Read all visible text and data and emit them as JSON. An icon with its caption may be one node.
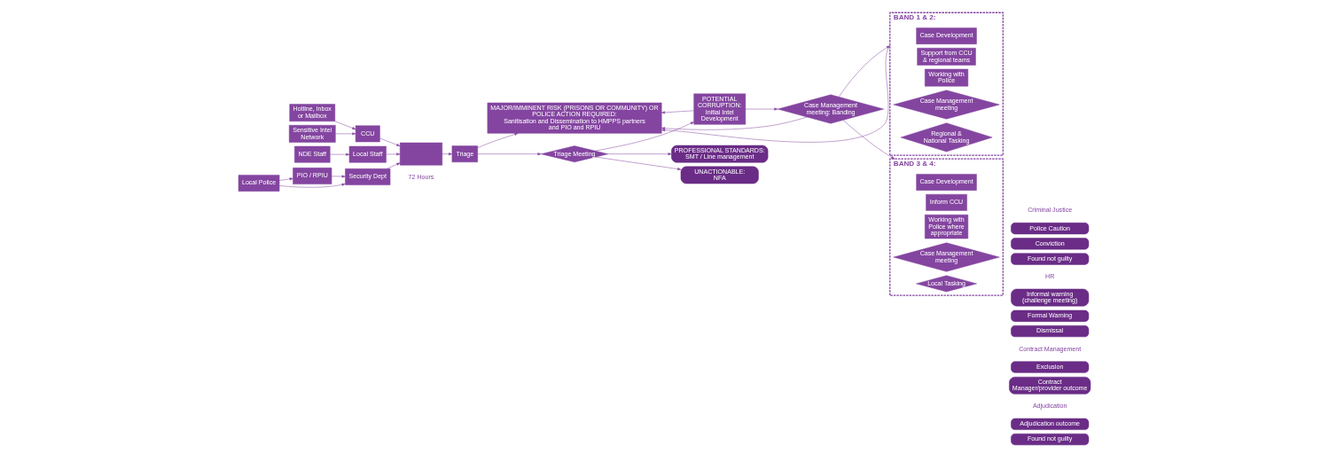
{
  "diagram": {
    "nodes": [
      {
        "text": [
          "Hotline, Inbox or Mailbox"
        ]
      },
      {
        "text": [
          "Sensitive Intel Network"
        ]
      },
      {
        "text": [
          "CCU"
        ]
      },
      {
        "text": [
          "Local Staff"
        ]
      },
      {
        "text": [
          "NDE Staff"
        ]
      },
      {
        "text": [],
        "shape": "box"
      },
      {
        "text": [
          "PIO / RPIU"
        ]
      },
      {
        "text": [
          "Local Police"
        ]
      },
      {
        "text": [
          "Security Dept"
        ]
      },
      {
        "text": [
          "Triage"
        ]
      },
      {
        "text": [
          "MAJOR/IMMINENT RISK (PRISONS OR COMMUNITY) OR POLICE ACTION REQUIRED:",
          "Sanitisation and Dissemination to HMPPS partners and PIO and RPIU"
        ]
      },
      {
        "text": [
          "Triage Meeting"
        ]
      },
      {
        "text": [
          "POTENTIAL CORRUPTION:",
          "Initial Intel Development"
        ]
      },
      {
        "text": [
          "PROFESSIONAL STANDARDS:",
          "SMT / Line management"
        ]
      },
      {
        "text": [
          "UNACTIONABLE:",
          "NFA"
        ]
      },
      {
        "text": [
          "Case Management meeting: Banding"
        ]
      },
      {
        "text": [
          "BAND 1 & 2:"
        ]
      },
      {
        "text": [
          "Case Development"
        ],
        "in": 16
      },
      {
        "text": [
          "Support from CCU & regional teams"
        ],
        "in": 16
      },
      {
        "text": [
          "Working with Police"
        ],
        "in": 16
      },
      {
        "text": [
          "Case Management meeting"
        ],
        "in": 16
      },
      {
        "text": [
          "Regional & National Tasking"
        ],
        "in": 16
      },
      {
        "text": [
          "BAND 3 & 4:"
        ]
      },
      {
        "text": [
          "Case Development"
        ],
        "in": 22
      },
      {
        "text": [
          "Inform CCU"
        ],
        "in": 22
      },
      {
        "text": [
          "Working with Police where appropriate"
        ],
        "in": 22
      },
      {
        "text": [
          "Case Management meeting"
        ],
        "in": 22
      },
      {
        "text": [
          "Local Tasking"
        ],
        "in": 22
      },
      {
        "text": [
          "Police Caution"
        ]
      },
      {
        "text": [
          "Conviction"
        ]
      },
      {
        "text": [
          "Found not guilty"
        ]
      },
      {
        "text": [
          "Informal warning (challenge meeting)"
        ]
      },
      {
        "text": [
          "Formal Warning"
        ]
      },
      {
        "text": [
          "Dismissal"
        ]
      },
      {
        "text": [
          "Exclusion"
        ]
      },
      {
        "text": [
          "Contract Manager/provider outcome"
        ]
      },
      {
        "text": [
          "Adjudication outcome"
        ]
      },
      {
        "text": [
          "Found not guilty"
        ]
      }
    ],
    "edges": [
      {
        "from": 0,
        "to": 2,
        "arrow": "to"
      },
      {
        "from": 1,
        "to": 2,
        "arrow": "to"
      },
      {
        "from": 2,
        "to": 5,
        "arrow": "to"
      },
      {
        "from": 3,
        "to": 5,
        "arrow": "to"
      },
      {
        "from": 4,
        "to": 3,
        "arrow": "to"
      },
      {
        "from": 7,
        "to": 6,
        "arrow": "to"
      },
      {
        "from": 6,
        "to": 8,
        "arrow": "to"
      },
      {
        "from": 7,
        "to": 8,
        "arrow": "to"
      },
      {
        "from": 8,
        "to": 5,
        "arrow": "to"
      },
      {
        "from": 5,
        "to": 9,
        "arrow": "to"
      },
      {
        "from": 9,
        "to": 10,
        "arrow": "to"
      },
      {
        "from": 9,
        "to": 11,
        "arrow": "to"
      },
      {
        "from": 11,
        "to": 12,
        "arrow": "to"
      },
      {
        "from": 11,
        "to": 13,
        "arrow": "to"
      },
      {
        "from": 11,
        "to": 14,
        "arrow": "to"
      },
      {
        "from": 12,
        "to": 10,
        "arrow": "to"
      },
      {
        "from": 12,
        "to": 15,
        "arrow": "to"
      },
      {
        "from": 15,
        "to": 10,
        "arrow": "to"
      },
      {
        "from": 15,
        "to": 16,
        "arrow": "to"
      },
      {
        "from": 15,
        "to": 22,
        "arrow": "to"
      },
      {
        "from": 16,
        "to": 10,
        "arrow": "to"
      }
    ],
    "labels": [
      "Criminal Justice",
      "HR",
      "Contract Management",
      "Adjudication",
      "72 Hours"
    ]
  }
}
